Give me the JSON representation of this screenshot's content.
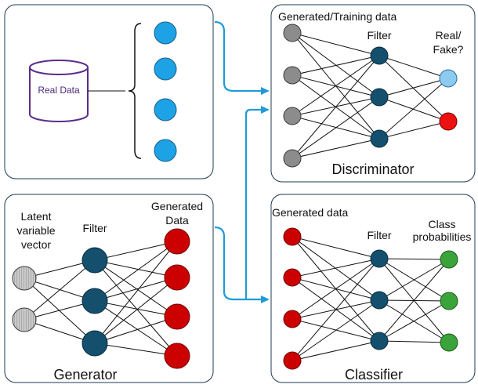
{
  "realdata_panel": {
    "db_label": "Real Data"
  },
  "discriminator": {
    "header": "Generated/Training data",
    "filter_label": "Filter",
    "output_label_1": "Real/",
    "output_label_2": "Fake?",
    "title": "Discriminator"
  },
  "generator": {
    "latent_line1": "Latent",
    "latent_line2": "variable",
    "latent_line3": "vector",
    "filter_label": "Filter",
    "generated_line1": "Generated",
    "generated_line2": "Data",
    "title": "Generator"
  },
  "classifier": {
    "header": "Generated data",
    "filter_label": "Filter",
    "class_line1": "Class",
    "class_line2": "probabilities",
    "title": "Classifier"
  },
  "colors": {
    "flow_arrow": "#1f9bd7",
    "real_data_node": "#1ea2e6",
    "filter_node": "#14506e",
    "generated_node": "#cc0000",
    "class_node": "#3aa33a"
  }
}
